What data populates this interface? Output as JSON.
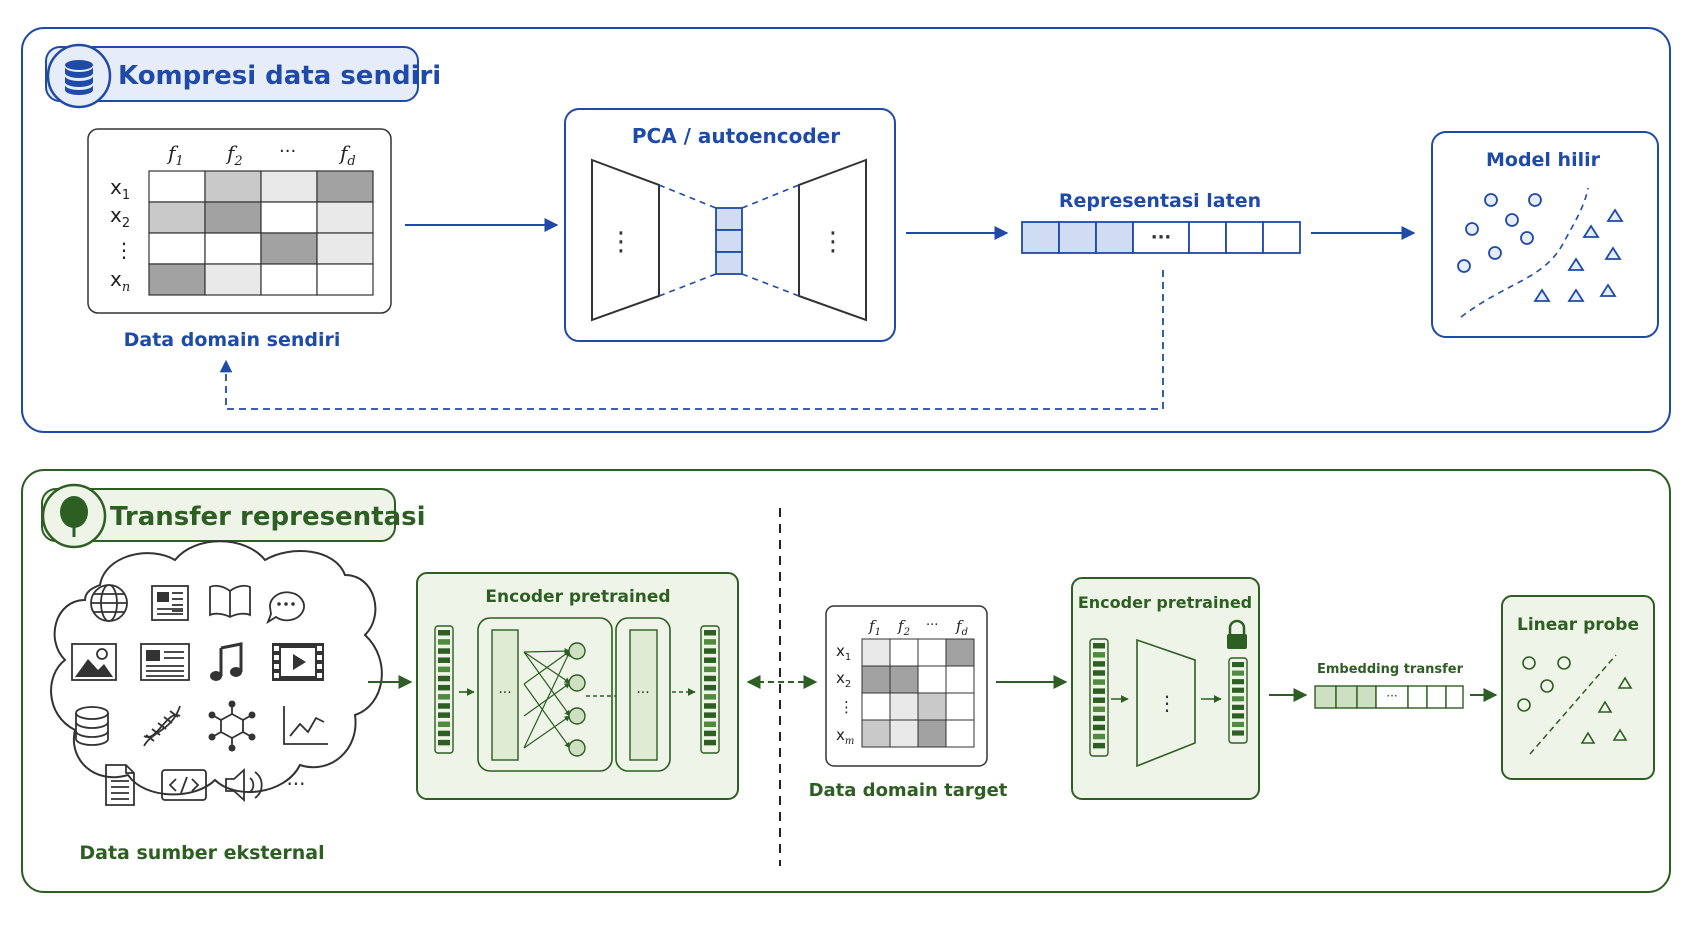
{
  "colors": {
    "blue": "#1f4aa8",
    "blue_light": "#e6edf8",
    "blue_cell": "#cfdcf3",
    "green": "#2d5e22",
    "green_light": "#eef4e8",
    "green_cell": "#cfe0c2",
    "gray_cell_dark": "#a2a2a2",
    "gray_cell_mid": "#c9c9c9",
    "gray_cell_light": "#e9e9e9"
  },
  "top": {
    "title": "Kompresi data sendiri",
    "title_icon": "database-icon",
    "matrix": {
      "col_labels": [
        "f",
        "f",
        "···",
        "f"
      ],
      "col_subs": [
        "1",
        "2",
        "",
        "d"
      ],
      "row_labels": [
        "x",
        "x",
        "⋮",
        "x"
      ],
      "row_subs": [
        "1",
        "2",
        "",
        "n"
      ],
      "caption": "Data domain sendiri"
    },
    "encoder": {
      "title": "PCA / autoencoder",
      "dots": "⋮"
    },
    "latent": {
      "title": "Representasi laten",
      "ellipsis": "···"
    },
    "downstream": {
      "title": "Model hilir"
    }
  },
  "bottom": {
    "title": "Transfer representasi",
    "title_icon": "leaf-icon",
    "cloud": {
      "caption": "Data sumber eksternal",
      "icons": [
        "globe-icon",
        "newspaper-icon",
        "book-icon",
        "chat-icon",
        "image-icon",
        "article-icon",
        "music-note-icon",
        "video-icon",
        "database-icon",
        "dna-icon",
        "molecule-icon",
        "line-chart-icon",
        "document-icon",
        "code-icon",
        "speaker-icon",
        "more-icon"
      ],
      "more": "···"
    },
    "encoder_pretrain": {
      "title": "Encoder pretrained",
      "ellipsis": "···"
    },
    "target_matrix": {
      "col_labels": [
        "f",
        "f",
        "···",
        "f"
      ],
      "col_subs": [
        "1",
        "2",
        "",
        "d"
      ],
      "row_labels": [
        "x",
        "x",
        "⋮",
        "x"
      ],
      "row_subs": [
        "1",
        "2",
        "",
        "m"
      ],
      "caption": "Data domain target"
    },
    "encoder_frozen": {
      "title": "Encoder pretrained",
      "dots": "⋮",
      "lock_icon": "lock-icon"
    },
    "embedding": {
      "title": "Embedding transfer",
      "ellipsis": "···"
    },
    "probe": {
      "title": "Linear probe"
    }
  }
}
